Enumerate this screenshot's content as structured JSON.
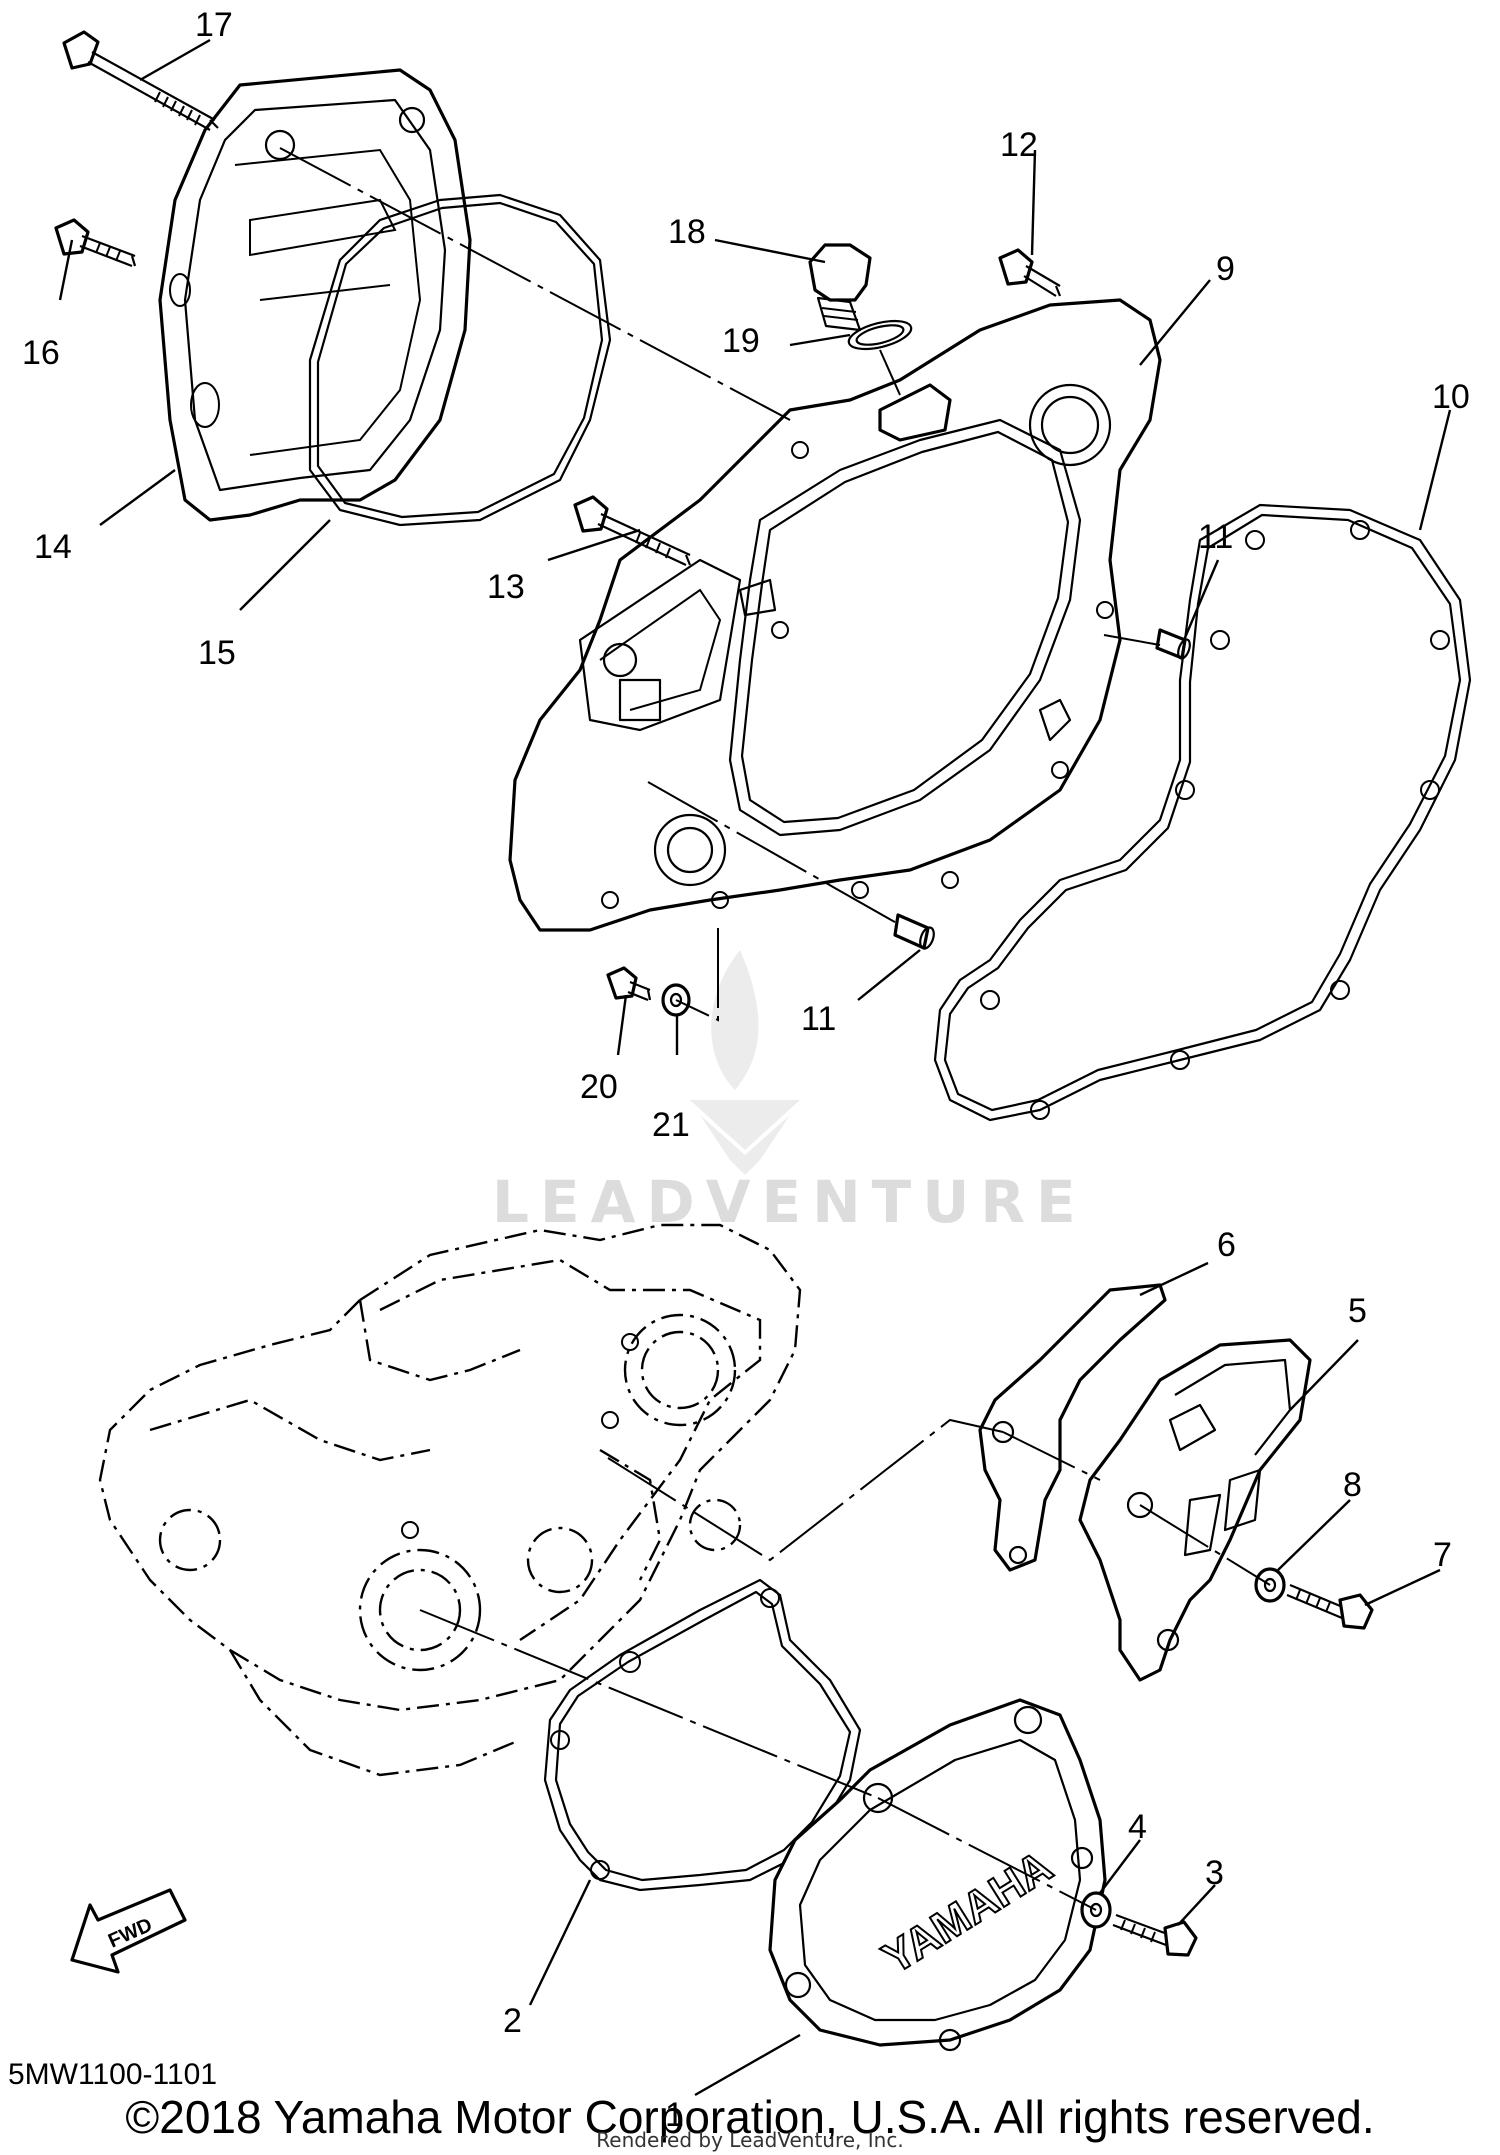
{
  "callouts": {
    "c1": "1",
    "c2": "2",
    "c3": "3",
    "c4": "4",
    "c5": "5",
    "c6": "6",
    "c7": "7",
    "c8": "8",
    "c9": "9",
    "c10": "10",
    "c11a": "11",
    "c11b": "11",
    "c12": "12",
    "c13": "13",
    "c14": "14",
    "c15": "15",
    "c16": "16",
    "c17": "17",
    "c18": "18",
    "c19": "19",
    "c20": "20",
    "c21": "21"
  },
  "cover_brand": "YAMAHA",
  "fwd_label": "FWD",
  "watermark_text": "LEADVENTURE",
  "diagram_code": "5MW1100-1101",
  "copyright": "©2018 Yamaha Motor Corporation, U.S.A. All rights reserved.",
  "rendered_by": "Rendered by LeadVenture, Inc.",
  "colors": {
    "ink": "#000000",
    "watermark": "#dcdcdc",
    "background": "#ffffff"
  }
}
